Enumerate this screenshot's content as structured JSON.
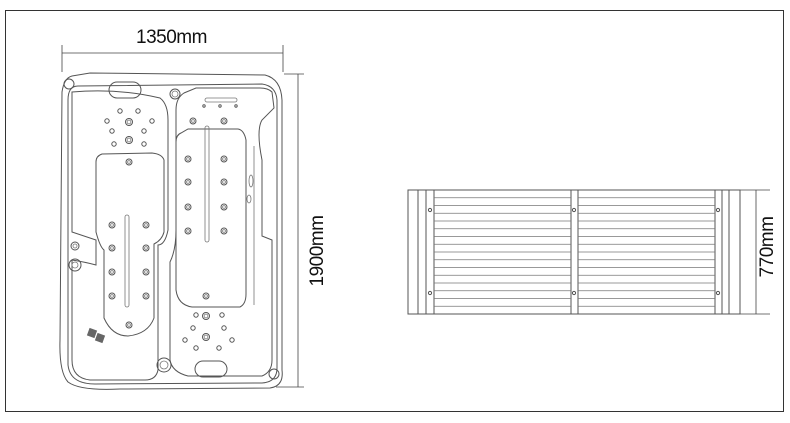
{
  "diagram": {
    "top_view": {
      "width_label": "1350mm",
      "length_label": "1900mm"
    },
    "cover_view": {
      "height_label": "770mm"
    },
    "colors": {
      "line": "#555555",
      "text": "#111111"
    }
  }
}
